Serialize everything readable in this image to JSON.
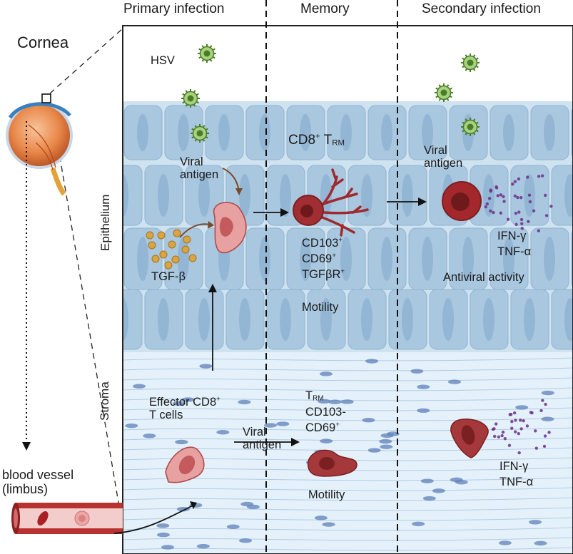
{
  "headers": {
    "primary": "Primary infection",
    "memory": "Memory",
    "secondary": "Secondary infection"
  },
  "left": {
    "cornea": "Cornea",
    "blood_vessel": "blood vessel\n(limbus)"
  },
  "regions": {
    "epithelium": "Epithelium",
    "stroma": "Stroma"
  },
  "primary": {
    "hsv": "HSV",
    "viral_antigen": "Viral\nantigen",
    "tgf": "TGF-β",
    "effector": "Effector CD8",
    "effector_sup": "+",
    "effector_line2": "T cells",
    "viral_antigen_stroma": "Viral\nantigen"
  },
  "memory": {
    "trm_prefix": "CD8",
    "trm_sup": "+",
    "trm_T": "T",
    "trm_sub": "RM",
    "markers": [
      {
        "name": "CD103",
        "sup": "+"
      },
      {
        "name": "CD69",
        "sup": "+"
      },
      {
        "name": "TGFβR",
        "sup": "+"
      }
    ],
    "motility": "Motility",
    "stroma_T": "T",
    "stroma_sub": "RM",
    "stroma_cd103": "CD103-",
    "stroma_cd69": "CD69",
    "stroma_cd69_sup": "+",
    "stroma_motility": "Motility"
  },
  "secondary": {
    "viral_antigen": "Viral\nantigen",
    "ifn": "IFN-γ",
    "tnf": "TNF-α",
    "antiviral": "Antiviral activity",
    "ifn2": "IFN-γ",
    "tnf2": "TNF-α"
  },
  "colors": {
    "epithelium_bg": "#cfe2f0",
    "epithelium_cell": "#a9c8e0",
    "stroma_bg": "#e4f1fa",
    "fiber": "#b3cce2",
    "virus": "#6fae3f",
    "tcell_light": "#e9a3a3",
    "tcell_dark": "#a13033",
    "cytokine": "#6b2f8a",
    "tgf_dot": "#d9a441"
  }
}
